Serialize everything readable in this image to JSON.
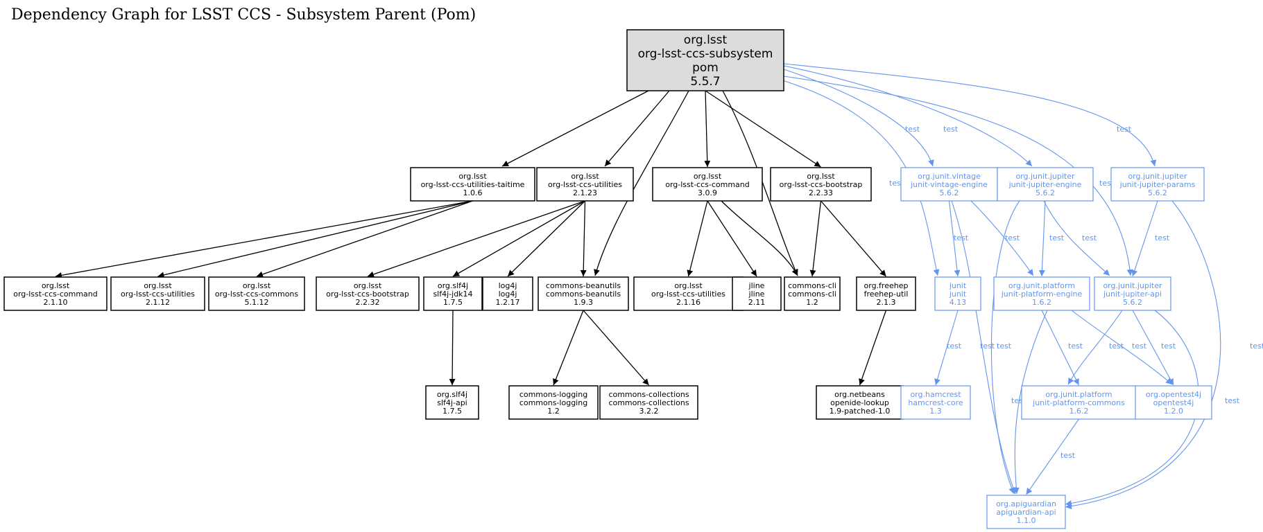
{
  "title": "Dependency Graph for LSST CCS - Subsystem Parent (Pom)",
  "colors": {
    "compile": "#000000",
    "test": "#6495ed",
    "root_fill": "#dcdcdc"
  },
  "nodes": [
    {
      "id": "root",
      "lines": [
        "org.lsst",
        "org-lsst-ccs-subsystem",
        "pom",
        "5.5.7"
      ]
    },
    {
      "id": "taitime",
      "lines": [
        "org.lsst",
        "org-lsst-ccs-utilities-taitime",
        "1.0.6"
      ]
    },
    {
      "id": "util2123",
      "lines": [
        "org.lsst",
        "org-lsst-ccs-utilities",
        "2.1.23"
      ]
    },
    {
      "id": "cmd309",
      "lines": [
        "org.lsst",
        "org-lsst-ccs-command",
        "3.0.9"
      ]
    },
    {
      "id": "boot2233",
      "lines": [
        "org.lsst",
        "org-lsst-ccs-bootstrap",
        "2.2.33"
      ]
    },
    {
      "id": "vintage",
      "lines": [
        "org.junit.vintage",
        "junit-vintage-engine",
        "5.6.2"
      ],
      "test": true
    },
    {
      "id": "jupeng",
      "lines": [
        "org.junit.jupiter",
        "junit-jupiter-engine",
        "5.6.2"
      ],
      "test": true
    },
    {
      "id": "juparams",
      "lines": [
        "org.junit.jupiter",
        "junit-jupiter-params",
        "5.6.2"
      ],
      "test": true
    },
    {
      "id": "cmd2110",
      "lines": [
        "org.lsst",
        "org-lsst-ccs-command",
        "2.1.10"
      ]
    },
    {
      "id": "util2112",
      "lines": [
        "org.lsst",
        "org-lsst-ccs-utilities",
        "2.1.12"
      ]
    },
    {
      "id": "commons5112",
      "lines": [
        "org.lsst",
        "org-lsst-ccs-commons",
        "5.1.12"
      ]
    },
    {
      "id": "boot2232",
      "lines": [
        "org.lsst",
        "org-lsst-ccs-bootstrap",
        "2.2.32"
      ]
    },
    {
      "id": "slf4jjdk",
      "lines": [
        "org.slf4j",
        "slf4j-jdk14",
        "1.7.5"
      ]
    },
    {
      "id": "log4j",
      "lines": [
        "log4j",
        "log4j",
        "1.2.17"
      ]
    },
    {
      "id": "beanutils",
      "lines": [
        "commons-beanutils",
        "commons-beanutils",
        "1.9.3"
      ]
    },
    {
      "id": "util2116",
      "lines": [
        "org.lsst",
        "org-lsst-ccs-utilities",
        "2.1.16"
      ]
    },
    {
      "id": "jline",
      "lines": [
        "jline",
        "jline",
        "2.11"
      ]
    },
    {
      "id": "cli",
      "lines": [
        "commons-cli",
        "commons-cli",
        "1.2"
      ]
    },
    {
      "id": "freehep",
      "lines": [
        "org.freehep",
        "freehep-util",
        "2.1.3"
      ]
    },
    {
      "id": "junit",
      "lines": [
        "junit",
        "junit",
        "4.13"
      ],
      "test": true
    },
    {
      "id": "platform",
      "lines": [
        "org.junit.platform",
        "junit-platform-engine",
        "1.6.2"
      ],
      "test": true
    },
    {
      "id": "jupapi",
      "lines": [
        "org.junit.jupiter",
        "junit-jupiter-api",
        "5.6.2"
      ],
      "test": true
    },
    {
      "id": "slf4japi",
      "lines": [
        "org.slf4j",
        "slf4j-api",
        "1.7.5"
      ]
    },
    {
      "id": "logging",
      "lines": [
        "commons-logging",
        "commons-logging",
        "1.2"
      ]
    },
    {
      "id": "collections",
      "lines": [
        "commons-collections",
        "commons-collections",
        "3.2.2"
      ]
    },
    {
      "id": "openide",
      "lines": [
        "org.netbeans",
        "openide-lookup",
        "1.9-patched-1.0"
      ]
    },
    {
      "id": "hamcrest",
      "lines": [
        "org.hamcrest",
        "hamcrest-core",
        "1.3"
      ],
      "test": true
    },
    {
      "id": "platcommons",
      "lines": [
        "org.junit.platform",
        "junit-platform-commons",
        "1.6.2"
      ],
      "test": true
    },
    {
      "id": "opentest4j",
      "lines": [
        "org.opentest4j",
        "opentest4j",
        "1.2.0"
      ],
      "test": true
    },
    {
      "id": "apiguardian",
      "lines": [
        "org.apiguardian",
        "apiguardian-api",
        "1.1.0"
      ],
      "test": true
    }
  ],
  "edges": [
    {
      "from": "root",
      "to": "taitime"
    },
    {
      "from": "root",
      "to": "util2123"
    },
    {
      "from": "root",
      "to": "beanutils"
    },
    {
      "from": "root",
      "to": "cmd309"
    },
    {
      "from": "root",
      "to": "cli"
    },
    {
      "from": "root",
      "to": "boot2233"
    },
    {
      "from": "root",
      "to": "junit",
      "label": "test"
    },
    {
      "from": "root",
      "to": "vintage",
      "label": "test"
    },
    {
      "from": "root",
      "to": "jupeng",
      "label": "test"
    },
    {
      "from": "root",
      "to": "jupapi",
      "label": "test"
    },
    {
      "from": "root",
      "to": "juparams",
      "label": "test"
    },
    {
      "from": "taitime",
      "to": "cmd2110"
    },
    {
      "from": "taitime",
      "to": "util2112"
    },
    {
      "from": "taitime",
      "to": "commons5112"
    },
    {
      "from": "util2123",
      "to": "boot2232"
    },
    {
      "from": "util2123",
      "to": "slf4jjdk"
    },
    {
      "from": "util2123",
      "to": "log4j"
    },
    {
      "from": "util2123",
      "to": "beanutils"
    },
    {
      "from": "cmd309",
      "to": "util2116"
    },
    {
      "from": "cmd309",
      "to": "jline"
    },
    {
      "from": "cmd309",
      "to": "cli"
    },
    {
      "from": "boot2233",
      "to": "cli"
    },
    {
      "from": "boot2233",
      "to": "freehep"
    },
    {
      "from": "vintage",
      "to": "junit",
      "label": "test"
    },
    {
      "from": "vintage",
      "to": "platform",
      "label": "test"
    },
    {
      "from": "vintage",
      "to": "apiguardian",
      "label": "test"
    },
    {
      "from": "jupeng",
      "to": "platform",
      "label": "test"
    },
    {
      "from": "jupeng",
      "to": "jupapi",
      "label": "test"
    },
    {
      "from": "jupeng",
      "to": "apiguardian",
      "label": "test"
    },
    {
      "from": "juparams",
      "to": "jupapi",
      "label": "test"
    },
    {
      "from": "juparams",
      "to": "apiguardian",
      "label": "test"
    },
    {
      "from": "slf4jjdk",
      "to": "slf4japi"
    },
    {
      "from": "beanutils",
      "to": "logging"
    },
    {
      "from": "beanutils",
      "to": "collections"
    },
    {
      "from": "freehep",
      "to": "openide"
    },
    {
      "from": "junit",
      "to": "hamcrest",
      "label": "test"
    },
    {
      "from": "platform",
      "to": "platcommons",
      "label": "test"
    },
    {
      "from": "platform",
      "to": "opentest4j",
      "label": "test"
    },
    {
      "from": "platform",
      "to": "apiguardian",
      "label": "test"
    },
    {
      "from": "jupapi",
      "to": "platcommons",
      "label": "test"
    },
    {
      "from": "jupapi",
      "to": "opentest4j",
      "label": "test"
    },
    {
      "from": "jupapi",
      "to": "apiguardian",
      "label": "test"
    },
    {
      "from": "platcommons",
      "to": "apiguardian",
      "label": "test"
    }
  ]
}
